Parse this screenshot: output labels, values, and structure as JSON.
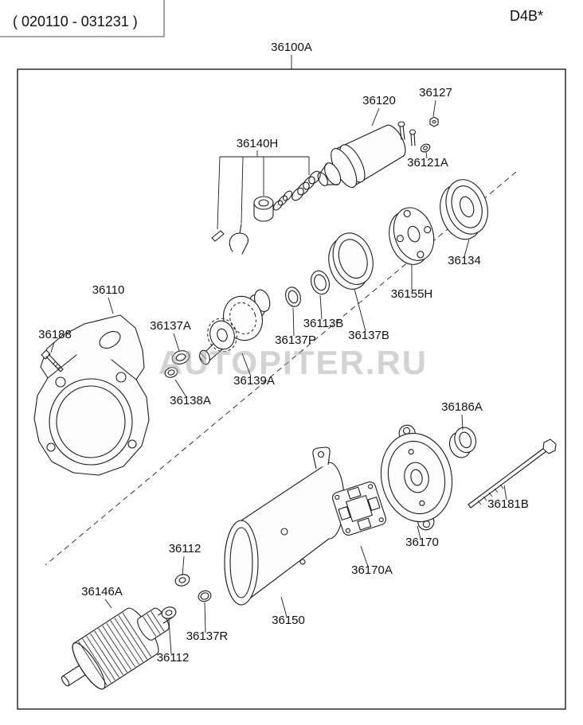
{
  "header": {
    "date_range": "( 020110 - 031231 )",
    "model_code": "D4B*"
  },
  "assembly_label": "36100A",
  "watermark": "AUTOPITER.RU",
  "colors": {
    "ink": "#1c1c1c",
    "watermark": "#a9a9a9"
  },
  "part_labels": [
    {
      "text": "36120"
    },
    {
      "text": "36127"
    },
    {
      "text": "36121A"
    },
    {
      "text": "36140H"
    },
    {
      "text": "36134"
    },
    {
      "text": "36155H"
    },
    {
      "text": "36137B"
    },
    {
      "text": "36113B"
    },
    {
      "text": "36137P"
    },
    {
      "text": "36110"
    },
    {
      "text": "36188"
    },
    {
      "text": "36137A"
    },
    {
      "text": "36139A"
    },
    {
      "text": "36138A"
    },
    {
      "text": "36186A"
    },
    {
      "text": "36181B"
    },
    {
      "text": "36170"
    },
    {
      "text": "36170A"
    },
    {
      "text": "36112"
    },
    {
      "text": "36146A"
    },
    {
      "text": "36150"
    },
    {
      "text": "36137R"
    },
    {
      "text": "36112"
    }
  ]
}
